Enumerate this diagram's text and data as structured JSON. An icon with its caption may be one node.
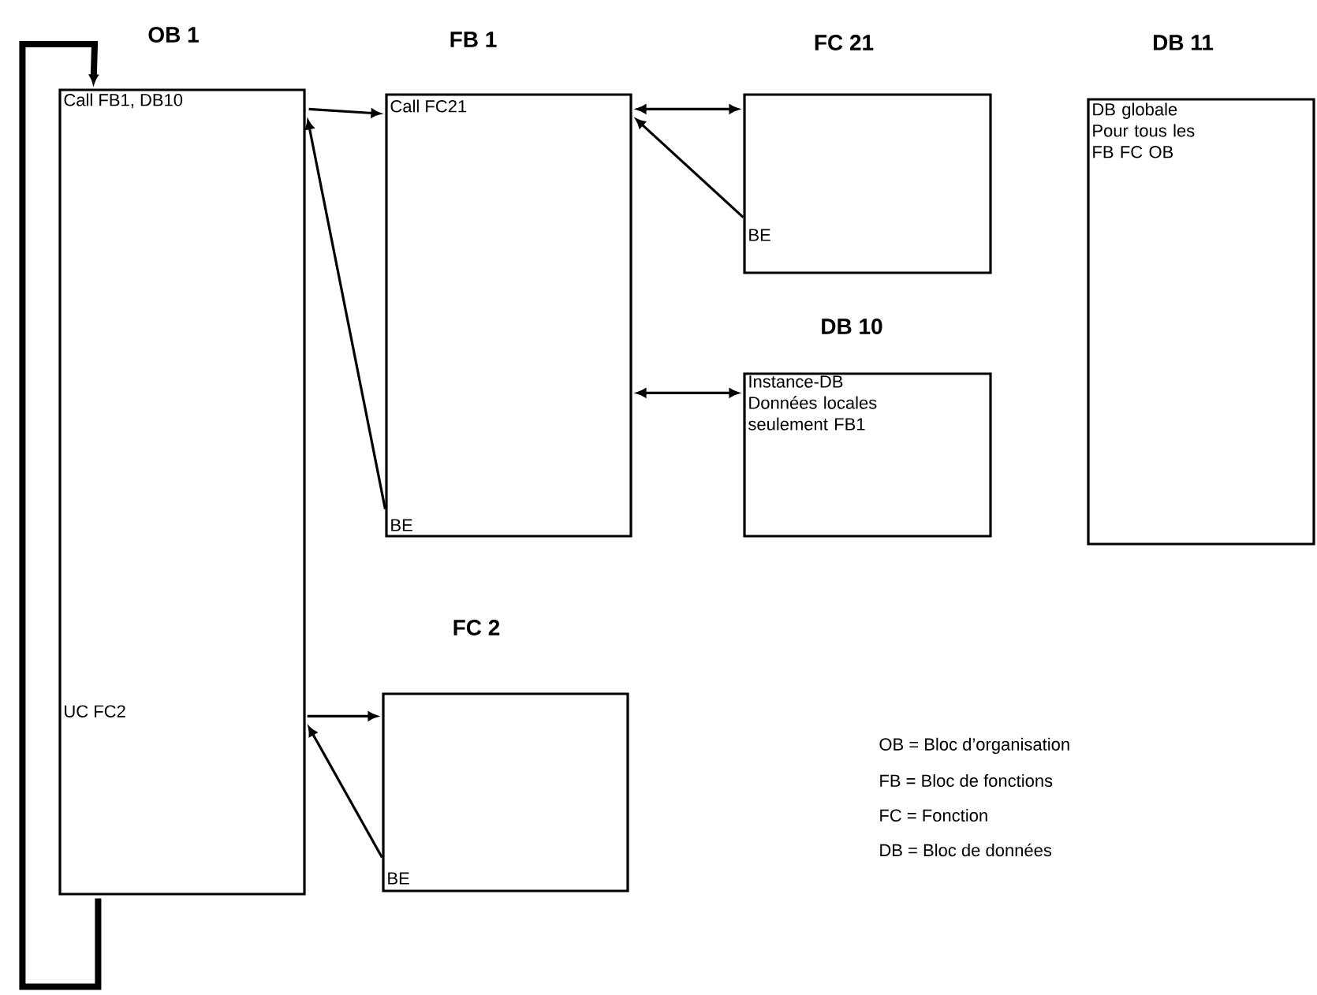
{
  "diagram": {
    "nodes": [
      {
        "text": [
          "OB 1",
          "Call FB1, DB10",
          "UC FC2"
        ]
      },
      {
        "text": [
          "FB 1",
          "Call FC21",
          "BE"
        ]
      },
      {
        "text": [
          "FC 21",
          "BE"
        ]
      },
      {
        "text": [
          "DB 10",
          "Instance-DB Données locales seulement FB1"
        ]
      },
      {
        "text": [
          "DB 11",
          "DB globale Pour tous les FB FC OB"
        ]
      },
      {
        "text": [
          "FC 2",
          "BE"
        ]
      }
    ],
    "edges": [
      {
        "from": 0,
        "to": 1,
        "arrow": "to"
      },
      {
        "from": 1,
        "to": 0,
        "arrow": "to"
      },
      {
        "from": 1,
        "to": 2,
        "arrow": "both"
      },
      {
        "from": 2,
        "to": 1,
        "arrow": "to"
      },
      {
        "from": 1,
        "to": 3,
        "arrow": "both"
      },
      {
        "from": 0,
        "to": 5,
        "arrow": "to"
      },
      {
        "from": 5,
        "to": 0,
        "arrow": "to"
      },
      {
        "from": 0,
        "to": 0,
        "arrow": "to",
        "style": "thick"
      }
    ],
    "labels": [
      "OB = Bloc d’organisation",
      "FB = Bloc de fonctions",
      "FC = Fonction",
      "DB = Bloc de données"
    ]
  }
}
